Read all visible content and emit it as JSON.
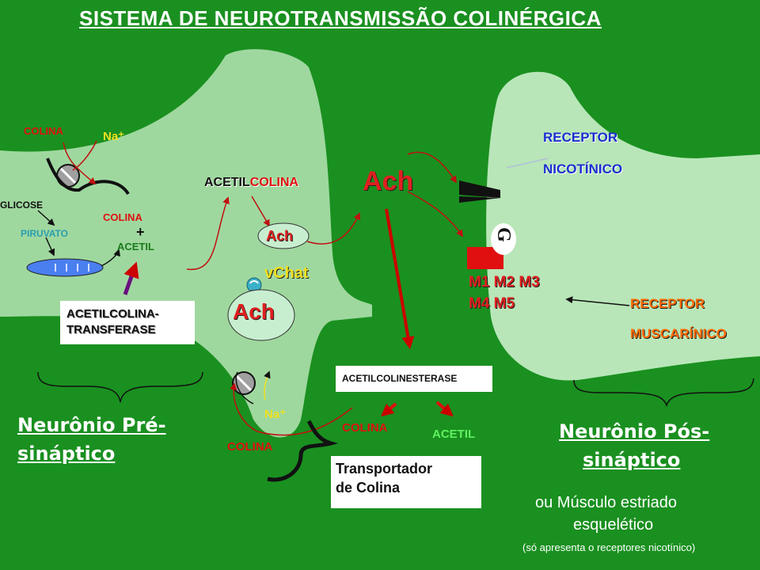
{
  "title": "SISTEMA DE NEUROTRANSMISSÃO COLINÉRGICA",
  "pre": {
    "colina_top": "COLINA",
    "na": "Na⁺",
    "glicose": "GLICOSE",
    "piruvato": "PIRUVATO",
    "colina_mid": "COLINA",
    "plus": "+",
    "acetil": "ACETIL",
    "enzyme_line1": "ACETILCOLINA-",
    "enzyme_line2": "TRANSFERASE",
    "acetilcolina_black": "ACETIL",
    "acetilcolina_red": "COLINA",
    "ach_small": "Ach",
    "vchat": "vChat",
    "ach_vesicle": "Ach",
    "na_bottom": "Na⁺",
    "colina_bottom": "COLINA",
    "neuron_line1": "Neurônio Pré-",
    "neuron_line2": "sináptico"
  },
  "cleft": {
    "ach_large": "Ach",
    "enzyme": "ACETILCOLINESTERASE",
    "colina": "COLINA",
    "acetil": "ACETIL",
    "transporter_line1": "Transportador",
    "transporter_line2": "de Colina"
  },
  "post": {
    "nic_line1": "RECEPTOR",
    "nic_line2": "NICOTÍNICO",
    "g": "G",
    "m_line1": "M1 M2 M3",
    "m_line2": "M4 M5",
    "musc_line1": "RECEPTOR",
    "musc_line2": "MUSCARÍNICO",
    "neuron_line1": "Neurônio Pós-",
    "neuron_line2": "sináptico",
    "note_line1": "ou Músculo estriado",
    "note_line2": "esquelético",
    "note_small": "(só apresenta o receptores nicotínico)"
  },
  "colors": {
    "background": "#1a9020",
    "neuron": "#9fd89f",
    "red_text": "#e01010",
    "yellow_text": "#f0e020",
    "receptor_blue": "#1a2fd0",
    "receptor_orange": "#ff6a00"
  }
}
